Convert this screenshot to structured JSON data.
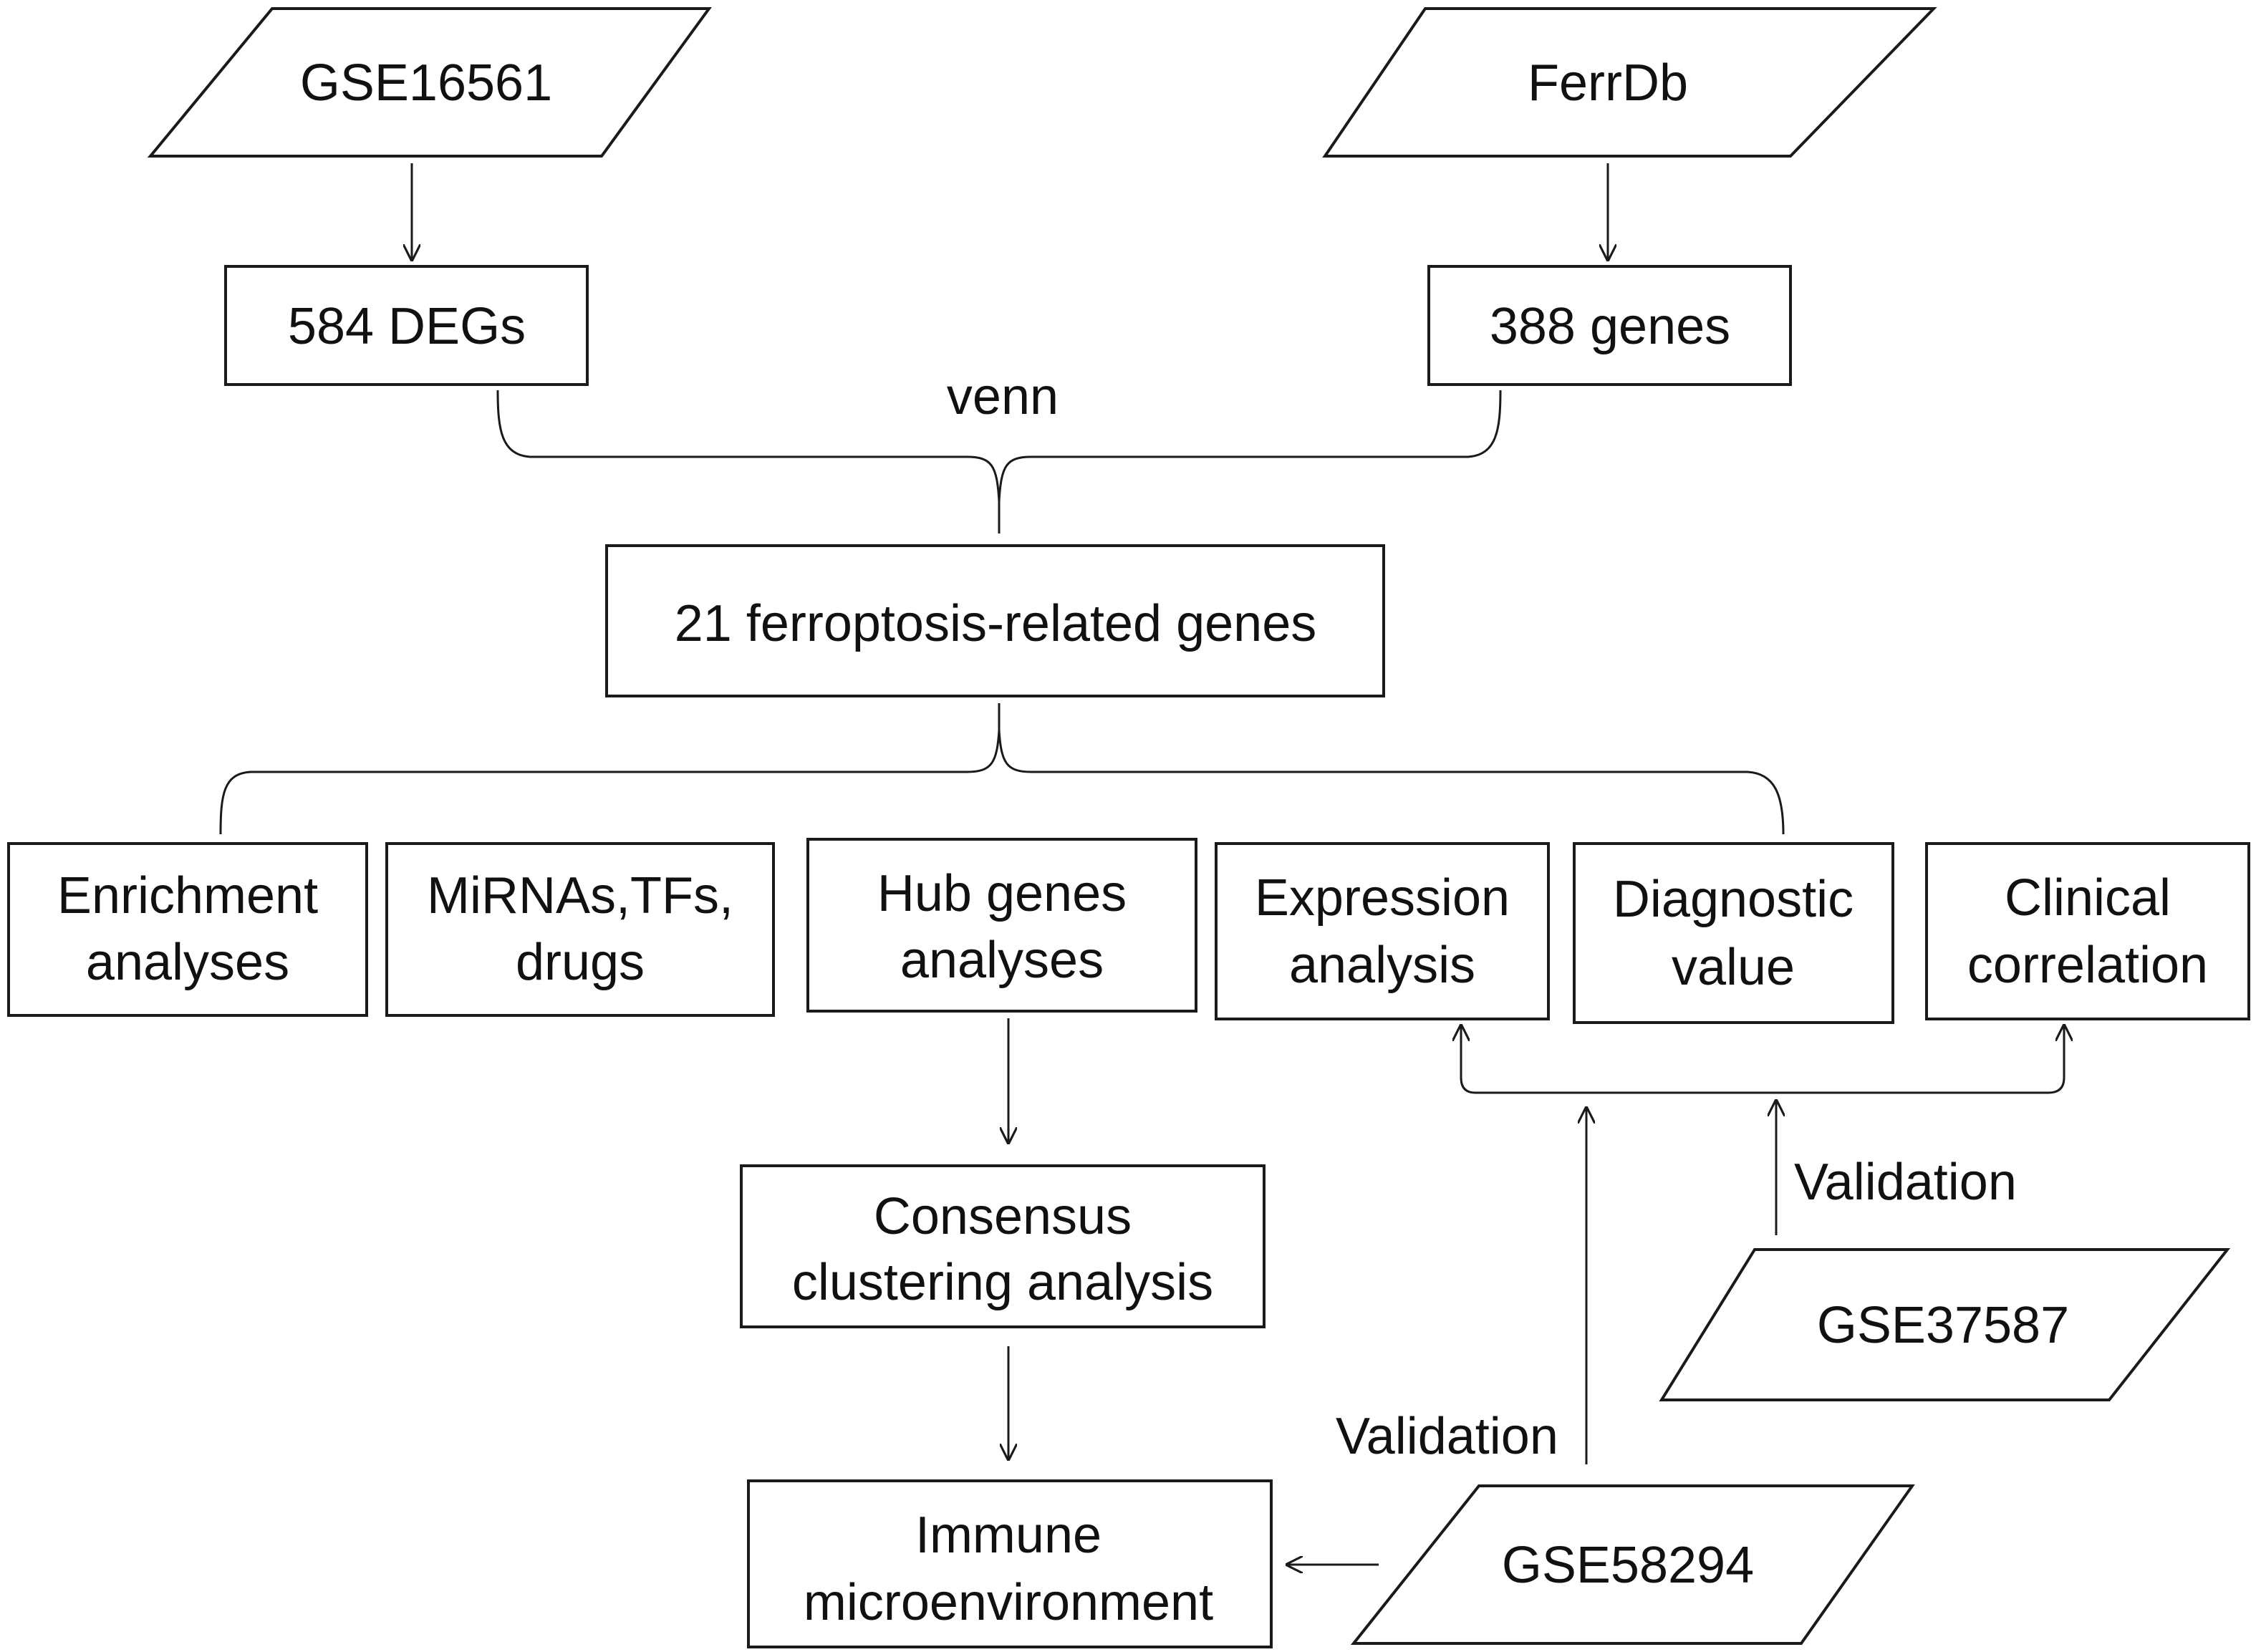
{
  "nodes": {
    "gse16561": "GSE16561",
    "ferrdb": "FerrDb",
    "degs": "584 DEGs",
    "genes388": "388 genes",
    "venn": "venn",
    "ferroptosis": "21 ferroptosis-related genes",
    "enrichment": [
      "Enrichment",
      "analyses"
    ],
    "mirnas": [
      "MiRNAs,TFs,",
      "drugs"
    ],
    "hub": [
      "Hub genes",
      "analyses"
    ],
    "expression": [
      "Expression",
      "analysis"
    ],
    "diagnostic": [
      "Diagnostic",
      "value"
    ],
    "clinical": [
      "Clinical",
      "correlation"
    ],
    "consensus": [
      "Consensus",
      "clustering analysis"
    ],
    "immune": [
      "Immune",
      "microenvironment"
    ],
    "gse37587": "GSE37587",
    "gse58294": "GSE58294"
  },
  "edge_labels": {
    "validation_37587": "Validation",
    "validation_58294": "Validation"
  }
}
